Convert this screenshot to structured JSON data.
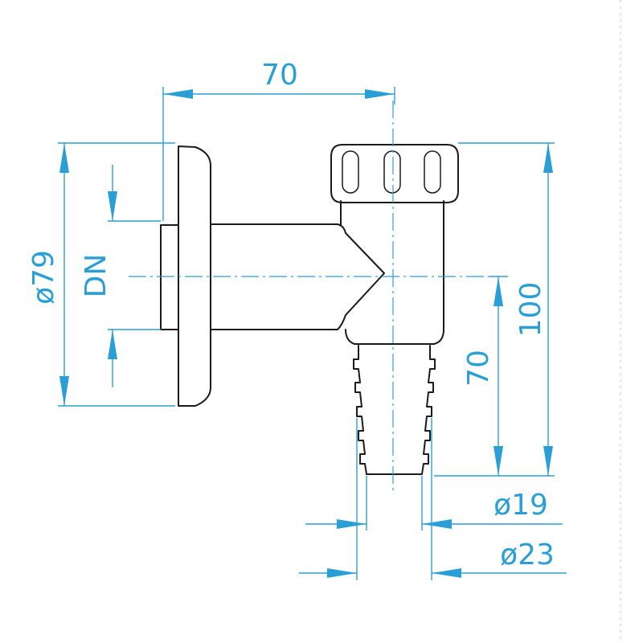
{
  "dimensions": {
    "width_70": "70",
    "diameter_79": "ø79",
    "dn": "DN",
    "height_100": "100",
    "height_70": "70",
    "diameter_19": "ø19",
    "diameter_23": "ø23"
  },
  "colors": {
    "dimension": "#2a9fd6",
    "part_outline": "#1a1a1a"
  }
}
